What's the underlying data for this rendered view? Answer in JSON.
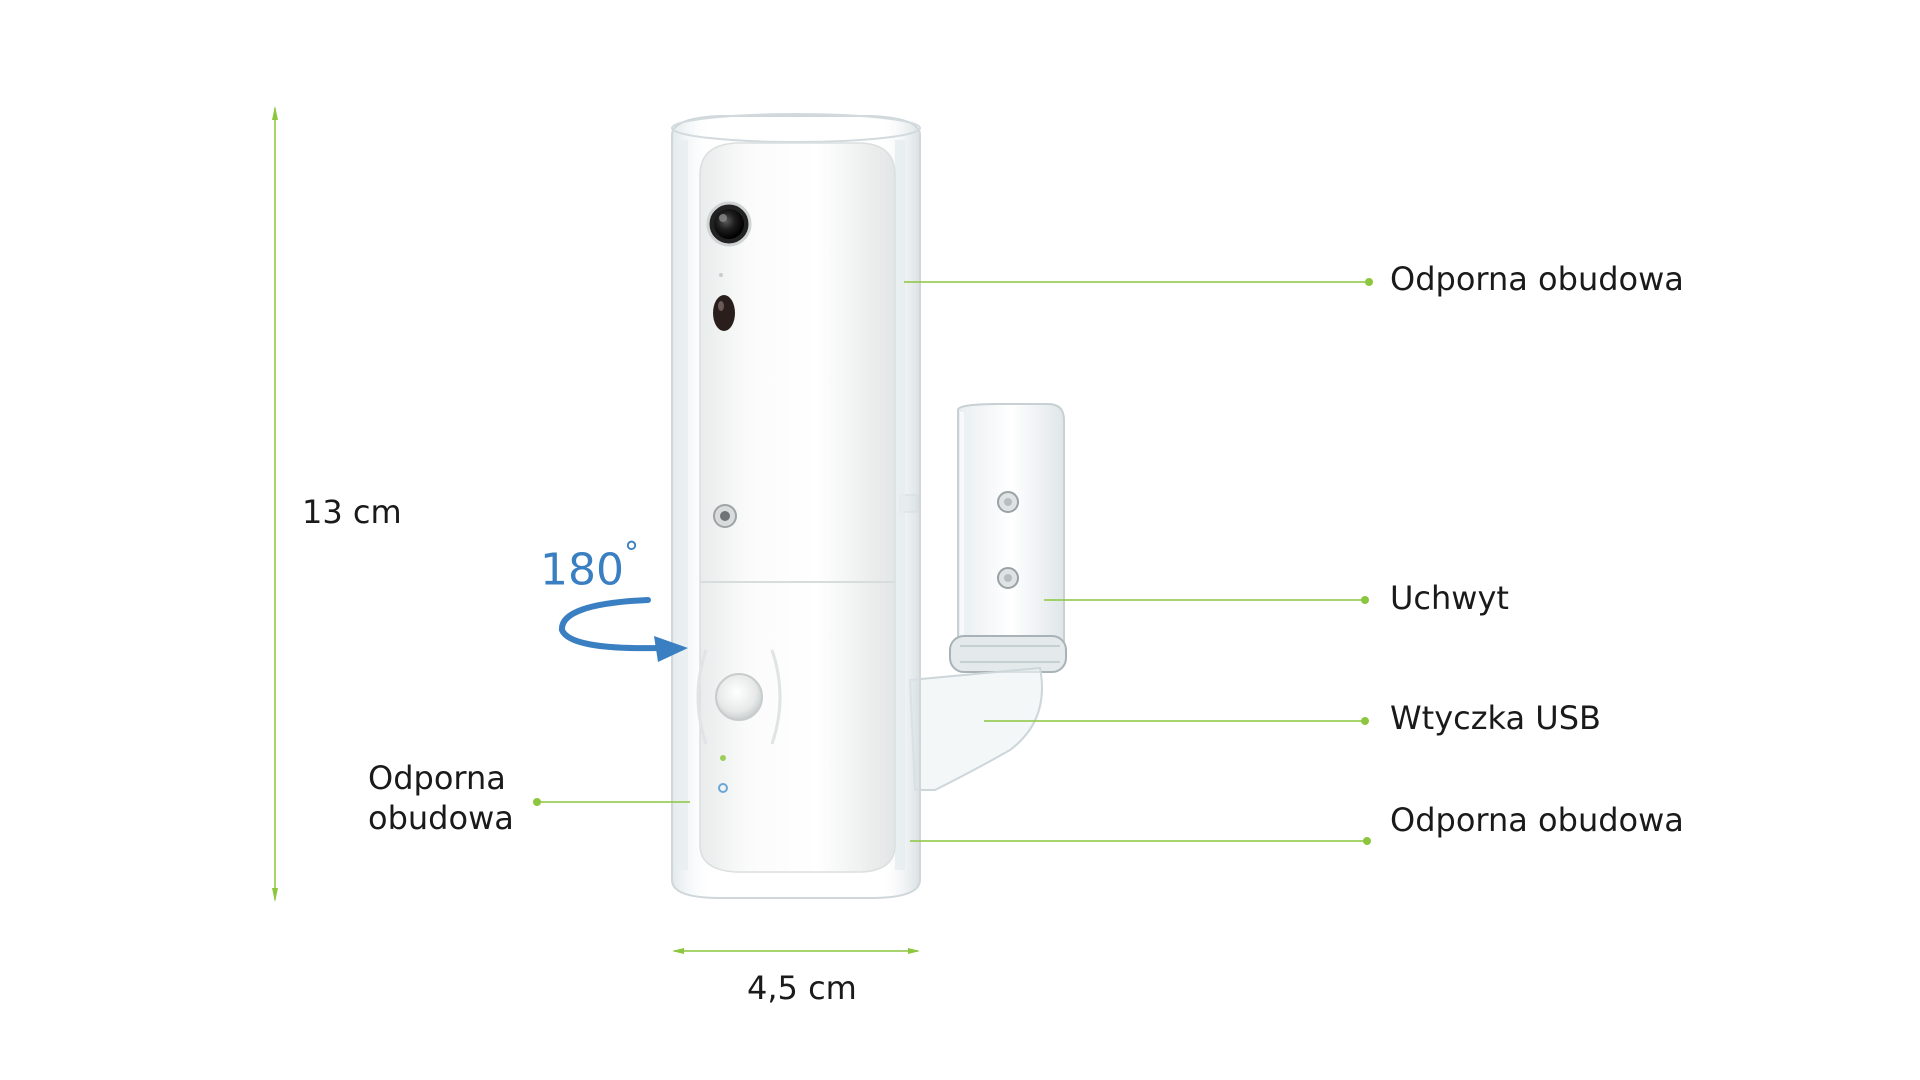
{
  "dimensions": {
    "height": "13 cm",
    "width": "4,5 cm"
  },
  "rotation": {
    "value": "180",
    "unit": "°",
    "color": "#3a7fc1"
  },
  "labels": {
    "housing_top": "Odporna obudowa",
    "bracket": "Uchwyt",
    "usb_plug": "Wtyczka USB",
    "housing_bottom": "Odporna obudowa",
    "housing_left": "Odporna obudowa"
  },
  "colors": {
    "callout_line": "#8cc63f",
    "dimension_line": "#8cc63f",
    "arrow": "#3a7fc1"
  },
  "icons": [
    "camera-lens-icon",
    "ir-sensor-icon",
    "light-sensor-icon",
    "pir-sensor-icon",
    "rotation-arrow-icon"
  ]
}
